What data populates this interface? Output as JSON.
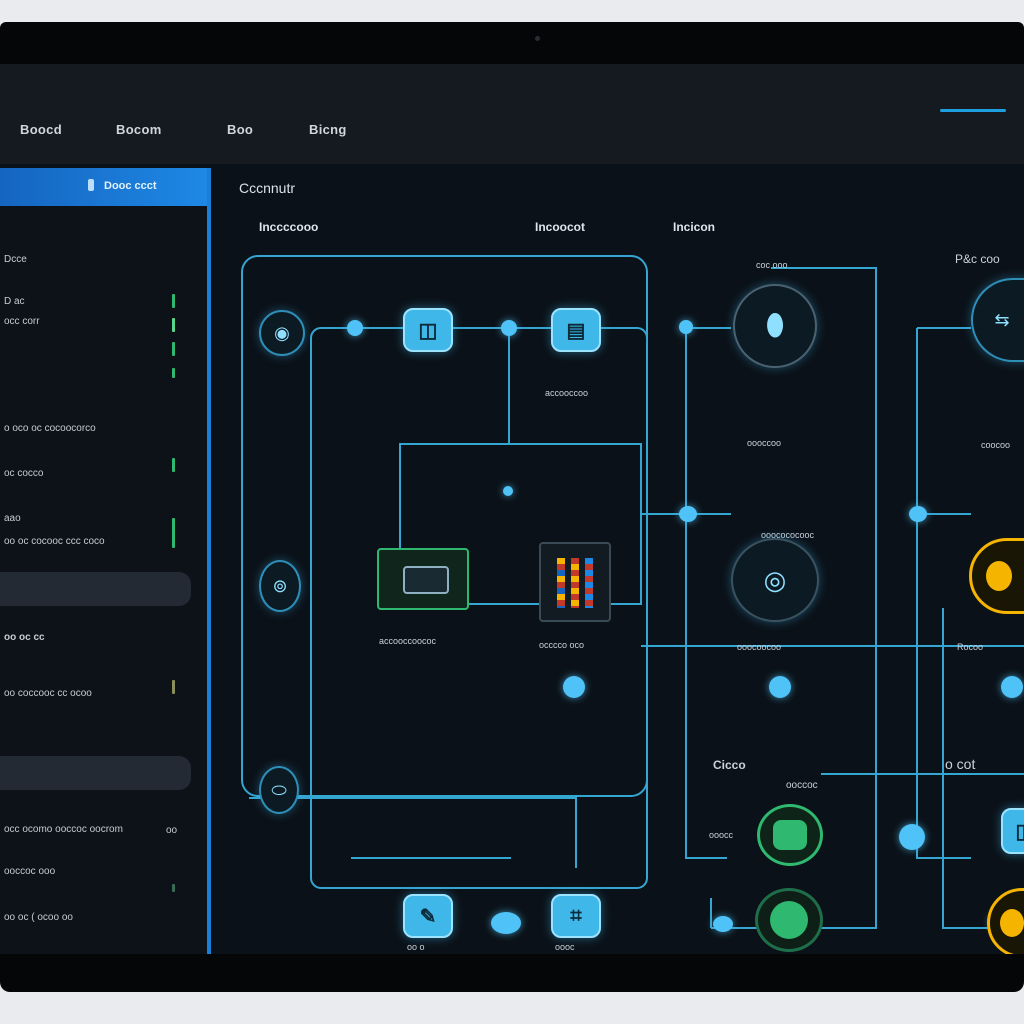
{
  "nav": {
    "items": [
      "Boocd",
      "Bocom",
      "Boo",
      "Bicng"
    ]
  },
  "sidebar": {
    "header": "Dooc ccct",
    "rows": [
      "Dcce",
      "D ac",
      "occ corr",
      "o oco oc cocoocorco",
      "oc cocco",
      "aao",
      "oo oc cocooc ccc coco"
    ],
    "section_title": "oo oc cc",
    "section_row": "oo coccooc cc ocoo",
    "footer_row": "occ ocomo ooccoc oocrom",
    "footer_tag": "oo",
    "footer_rows": [
      "ooccoc ooo",
      "oo oc ( ocoo oo"
    ]
  },
  "canvas": {
    "title": "Cccnnutr",
    "columns": [
      "Inccccooo",
      "Incoocot",
      "Incicon"
    ],
    "labels": {
      "top_tile": "accooccoo",
      "green_panel": "accooccoococ",
      "dark_panel": "occcco oco",
      "ring1_caption": "coc ooo",
      "ring1_label": "oooccoo",
      "ring2_caption": "ooocococooc",
      "ring2_label": "ooocoocoo",
      "right_caption": "P&c coo",
      "right_label1": "coocoo",
      "right_label2": "Rocoo",
      "lower_left_title": "Cicco",
      "lower_right_title": "o cot",
      "green_title": "ooccoc",
      "green_side": "ooocc",
      "bottom_tile1": "oo o",
      "bottom_tile2": "oooc"
    }
  },
  "colors": {
    "accent": "#1e9fe0",
    "wire": "#4fc3f7",
    "green": "#2fb86f",
    "amber": "#f4b400"
  }
}
